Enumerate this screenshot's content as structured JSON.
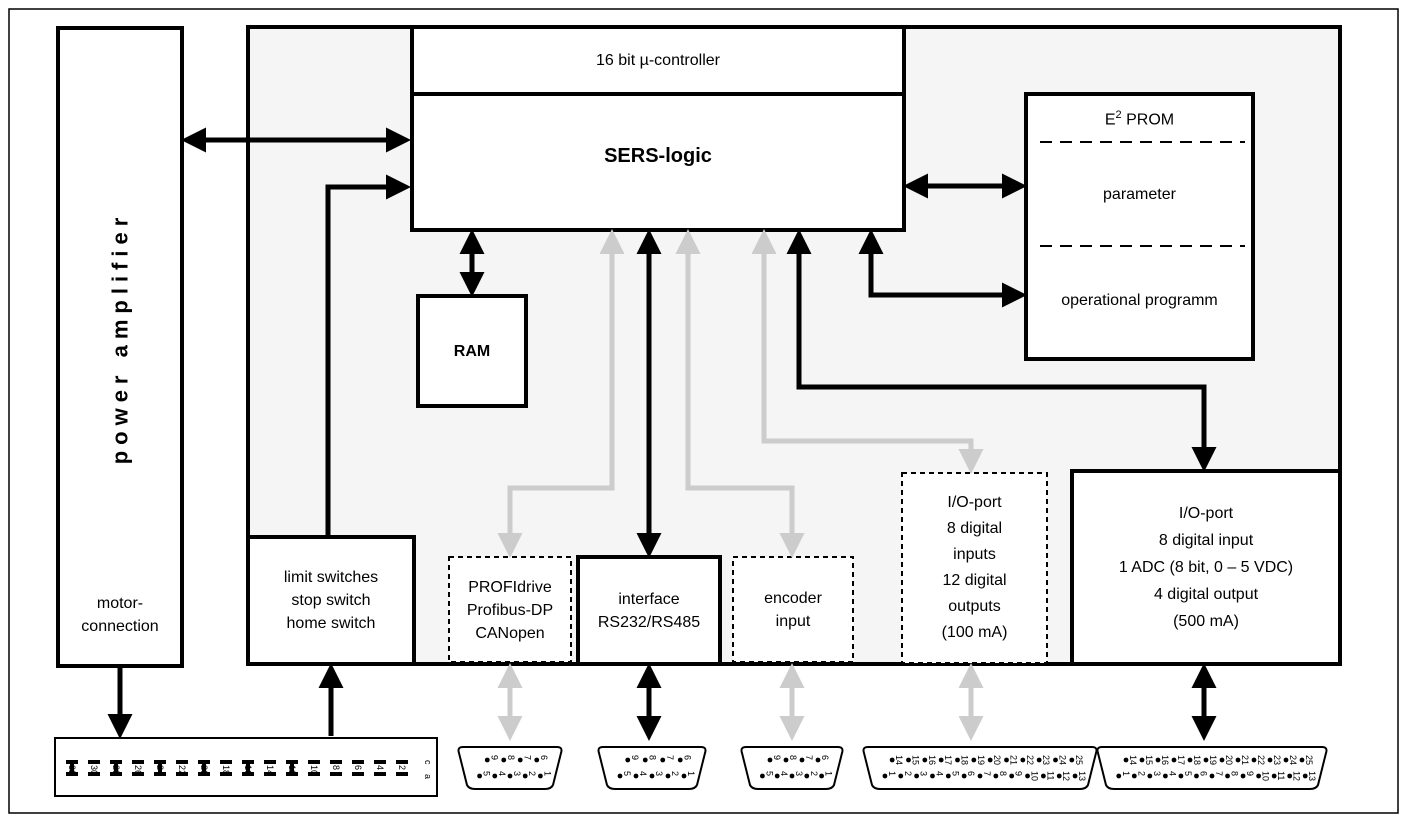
{
  "power_amplifier": {
    "label": "power amplifier",
    "motor_connection": [
      "motor-",
      "connection"
    ]
  },
  "controller": {
    "header": "16 bit µ-controller",
    "logic": "SERS-logic"
  },
  "ram": "RAM",
  "eeprom": {
    "title_base": "E",
    "title_sup": "2",
    "title_rest": " PROM",
    "section1": "parameter",
    "section2": "operational programm"
  },
  "boxes": {
    "limit": [
      "limit switches",
      "stop switch",
      "home switch"
    ],
    "fieldbus": [
      "PROFIdrive",
      "Profibus-DP",
      "CANopen"
    ],
    "interface": [
      "interface",
      "RS232/RS485"
    ],
    "encoder": [
      "encoder",
      "input"
    ],
    "io_small": [
      "I/O-port",
      "8 digital",
      "inputs",
      "12 digital",
      "outputs",
      "(100 mA)"
    ],
    "io_large": [
      "I/O-port",
      "8 digital input",
      "1 ADC (8 bit, 0 – 5 VDC)",
      "4 digital output",
      "(500 mA)"
    ]
  },
  "connectors": {
    "strip": {
      "pins_top": [
        "32",
        "30",
        "28",
        "26",
        "24",
        "22",
        "20",
        "18",
        "16",
        "14",
        "12",
        "10",
        "8",
        "6",
        "4",
        "2"
      ],
      "rows": [
        "c",
        "a"
      ]
    },
    "db9": {
      "top": [
        "9",
        "8",
        "7",
        "6"
      ],
      "bottom": [
        "5",
        "4",
        "3",
        "2",
        "1"
      ]
    },
    "db25": {
      "top": [
        "14",
        "15",
        "16",
        "17",
        "18",
        "19",
        "20",
        "21",
        "22",
        "23",
        "24",
        "25"
      ],
      "bottom": [
        "1",
        "2",
        "3",
        "4",
        "5",
        "6",
        "7",
        "8",
        "9",
        "10",
        "11",
        "12",
        "13"
      ]
    }
  },
  "colors": {
    "line": "#000000",
    "grey_arrow": "#cccccc",
    "board_fill": "#f5f5f5"
  }
}
